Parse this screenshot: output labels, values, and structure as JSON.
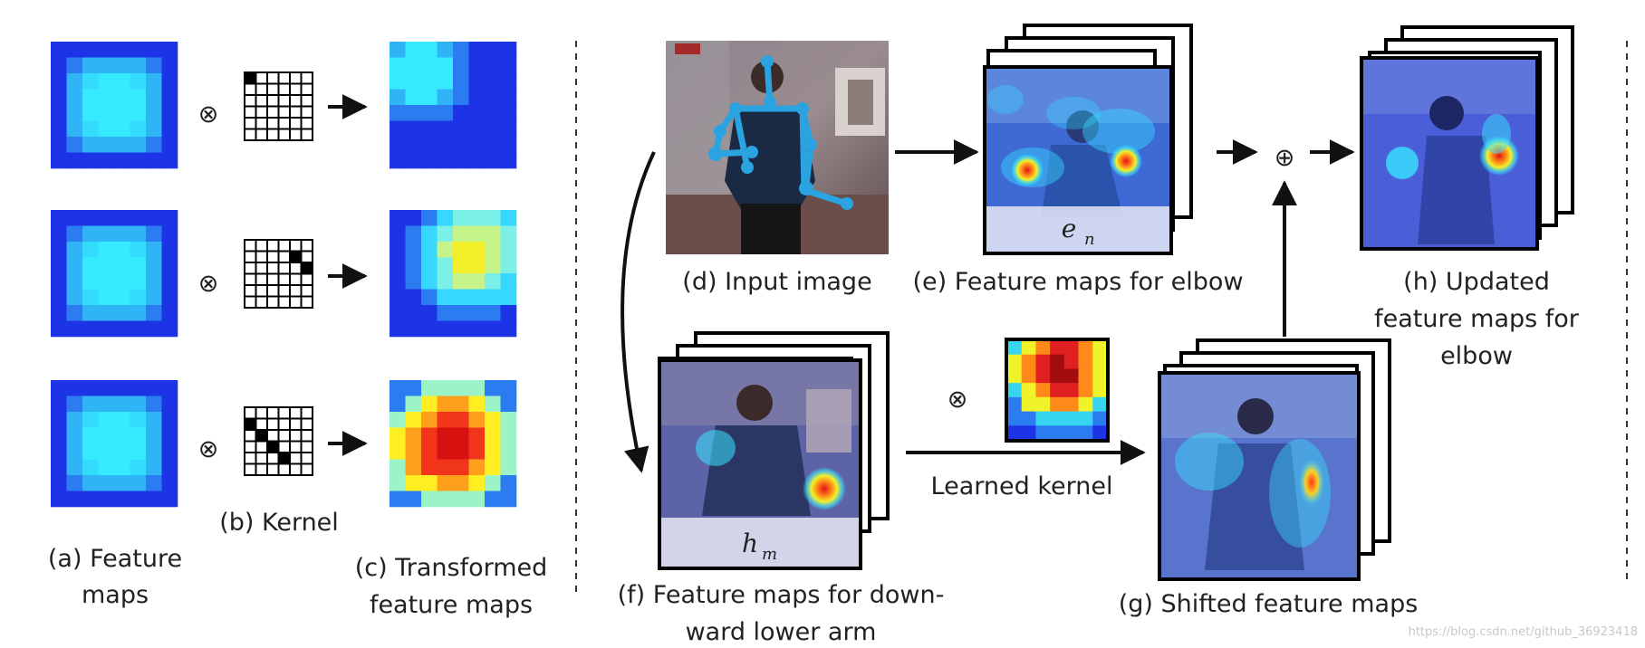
{
  "labels": {
    "a_line1": "(a) Feature",
    "a_line2": "maps",
    "b": "(b) Kernel",
    "c_line1": "(c) Transformed",
    "c_line2": "feature maps",
    "d": "(d) Input image",
    "e": "(e) Feature maps for elbow",
    "f_line1": "(f) Feature maps for down-",
    "f_line2": "ward lower arm",
    "g": "(g) Shifted feature maps",
    "h_line1": "(h) Updated",
    "h_line2": "feature maps for",
    "h_line3": "elbow",
    "learned_kernel": "Learned kernel",
    "conv_op": "⊗",
    "add_op": "⊕"
  },
  "math": {
    "e_var": "e",
    "e_sub": "n",
    "h_var": "h",
    "h_sub": "m"
  },
  "watermark": "https://blog.csdn.net/github_36923418",
  "kernels": [
    {
      "active": [
        [
          0,
          0
        ]
      ]
    },
    {
      "active": [
        [
          1,
          4
        ],
        [
          2,
          5
        ]
      ]
    },
    {
      "active": [
        [
          1,
          0
        ],
        [
          2,
          1
        ],
        [
          3,
          2
        ],
        [
          4,
          3
        ]
      ]
    }
  ],
  "colors": {
    "fm_blue": "#1c34e6",
    "fm_cyan": "#33eaff",
    "heat_red": "#d81111",
    "heat_yellow": "#ffee22",
    "photo_bg": "#8a7e85",
    "skeleton": "#29a3e0"
  }
}
